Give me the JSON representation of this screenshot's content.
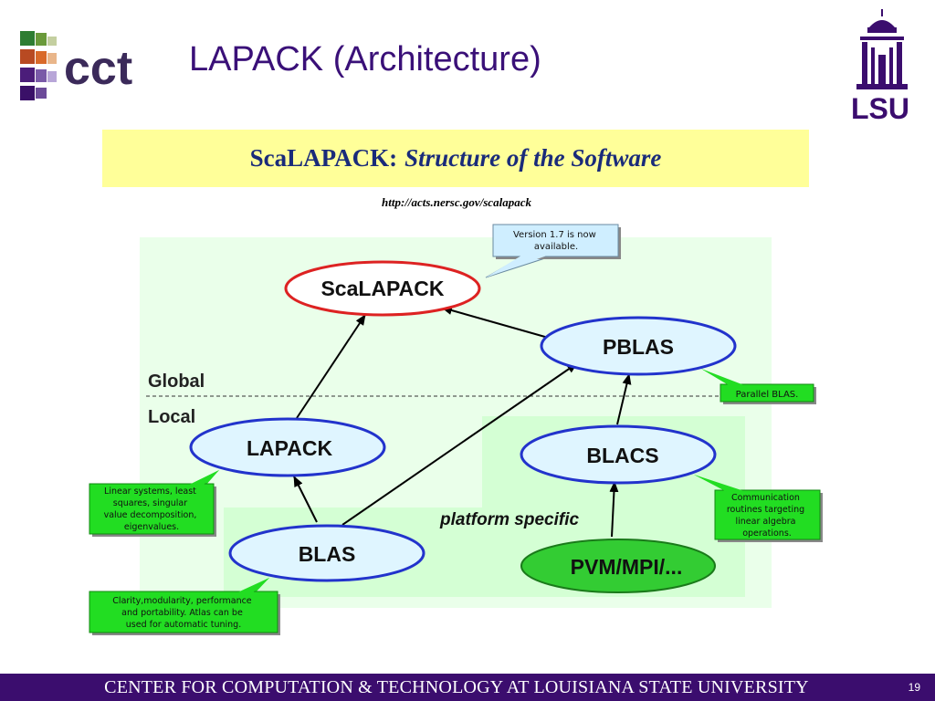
{
  "slide": {
    "title": "LAPACK (Architecture)",
    "footer": "CENTER FOR COMPUTATION & TECHNOLOGY AT LOUISIANA STATE UNIVERSITY",
    "page_number": "19"
  },
  "logos": {
    "left_text": "cct",
    "right_text": "LSU"
  },
  "figure": {
    "banner_prefix": "ScaLAPACK:",
    "banner_italic": "Structure of the Software",
    "url": "http://acts.nersc.gov/scalapack",
    "nodes": {
      "scalapack": "ScaLAPACK",
      "pblas": "PBLAS",
      "lapack": "LAPACK",
      "blacs": "BLACS",
      "blas": "BLAS",
      "pvm_mpi": "PVM/MPI/..."
    },
    "labels": {
      "global": "Global",
      "local": "Local",
      "platform_specific": "platform specific"
    },
    "callouts": {
      "version": [
        "Version 1.7 is now",
        "available."
      ],
      "parallel_blas": [
        "Parallel BLAS."
      ],
      "linear_systems": [
        "Linear systems, least",
        "squares, singular",
        "value decomposition,",
        "eigenvalues."
      ],
      "communication": [
        "Communication",
        "routines targeting",
        "linear algebra",
        "operations."
      ],
      "clarity": [
        "Clarity,modularity, performance",
        "and portability. Atlas can be",
        "used for automatic tuning."
      ]
    },
    "colors": {
      "title": "#3a1078",
      "banner_bg": "#ffff99",
      "global_bg": "#eaffea",
      "platform_bg": "#d4ffd4",
      "node_fill": "#dff5ff",
      "node_stroke": "#2233cc",
      "scalapack_stroke": "#dd2222",
      "pvm_fill": "#33cc33",
      "callout_green": "#22dd22",
      "callout_blue": "#cfeeff",
      "footer_bg": "#3b0d6e"
    }
  }
}
